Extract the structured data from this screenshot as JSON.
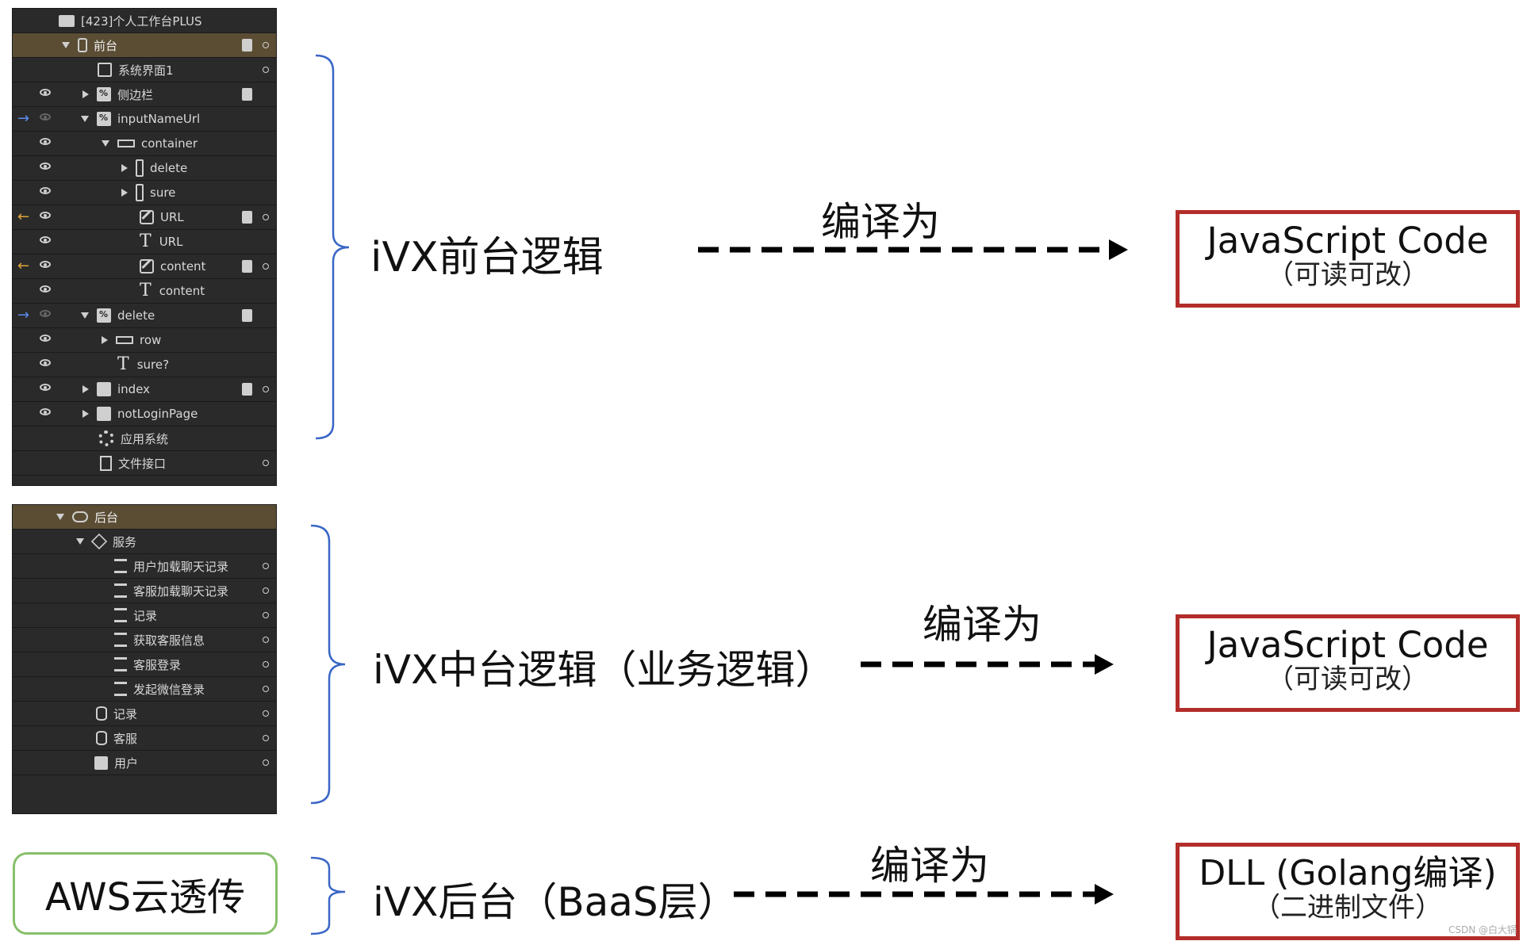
{
  "frontend_tree": {
    "rows": [
      {
        "label": "[423]个人工作台PLUS",
        "icon": "monitor-icon",
        "highlight": false
      },
      {
        "label": "前台",
        "icon": "phone-icon",
        "highlight": true
      },
      {
        "label": "系统界面1",
        "icon": "page-icon"
      },
      {
        "label": "侧边栏",
        "icon": "component-icon"
      },
      {
        "label": "inputNameUrl",
        "icon": "component-icon"
      },
      {
        "label": "container",
        "icon": "container-icon"
      },
      {
        "label": "delete",
        "icon": "button-icon"
      },
      {
        "label": "sure",
        "icon": "button-icon"
      },
      {
        "label": "URL",
        "icon": "input-icon"
      },
      {
        "label": "URL",
        "icon": "text-icon"
      },
      {
        "label": "content",
        "icon": "input-icon"
      },
      {
        "label": "content",
        "icon": "text-icon"
      },
      {
        "label": "delete",
        "icon": "component-icon"
      },
      {
        "label": "row",
        "icon": "container-icon"
      },
      {
        "label": "sure?",
        "icon": "text-icon"
      },
      {
        "label": "index",
        "icon": "page-icon"
      },
      {
        "label": "notLoginPage",
        "icon": "page-icon"
      },
      {
        "label": "应用系统",
        "icon": "gear-icon"
      },
      {
        "label": "文件接口",
        "icon": "file-icon"
      }
    ]
  },
  "backend_tree": {
    "rows": [
      {
        "label": "后台",
        "icon": "cloud-icon",
        "highlight": true
      },
      {
        "label": "服务",
        "icon": "service-icon"
      },
      {
        "label": "用户加载聊天记录",
        "icon": "api-icon"
      },
      {
        "label": "客服加载聊天记录",
        "icon": "api-icon"
      },
      {
        "label": "记录",
        "icon": "api-icon"
      },
      {
        "label": "获取客服信息",
        "icon": "api-icon"
      },
      {
        "label": "客服登录",
        "icon": "api-icon"
      },
      {
        "label": "发起微信登录",
        "icon": "api-icon"
      },
      {
        "label": "记录",
        "icon": "database-icon"
      },
      {
        "label": "客服",
        "icon": "database-icon"
      },
      {
        "label": "用户",
        "icon": "user-icon"
      }
    ]
  },
  "aws_box": {
    "label": "AWS云透传"
  },
  "layers": [
    {
      "name": "iVX前台逻辑",
      "compile_label": "编译为",
      "target_line1": "JavaScript Code",
      "target_line2": "（可读可改）"
    },
    {
      "name": "iVX中台逻辑（业务逻辑）",
      "compile_label": "编译为",
      "target_line1": "JavaScript Code",
      "target_line2": "（可读可改）"
    },
    {
      "name": "iVX后台（BaaS层）",
      "compile_label": "编译为",
      "target_line1": "DLL (Golang编译)",
      "target_line2": "（二进制文件）"
    }
  ],
  "colors": {
    "panel_bg": "#2a2a2a",
    "highlight": "#5b4d34",
    "target_border": "#b32d2a",
    "aws_border": "#86c06a",
    "brace": "#3a66c6"
  },
  "watermark": "CSDN @白大锅"
}
